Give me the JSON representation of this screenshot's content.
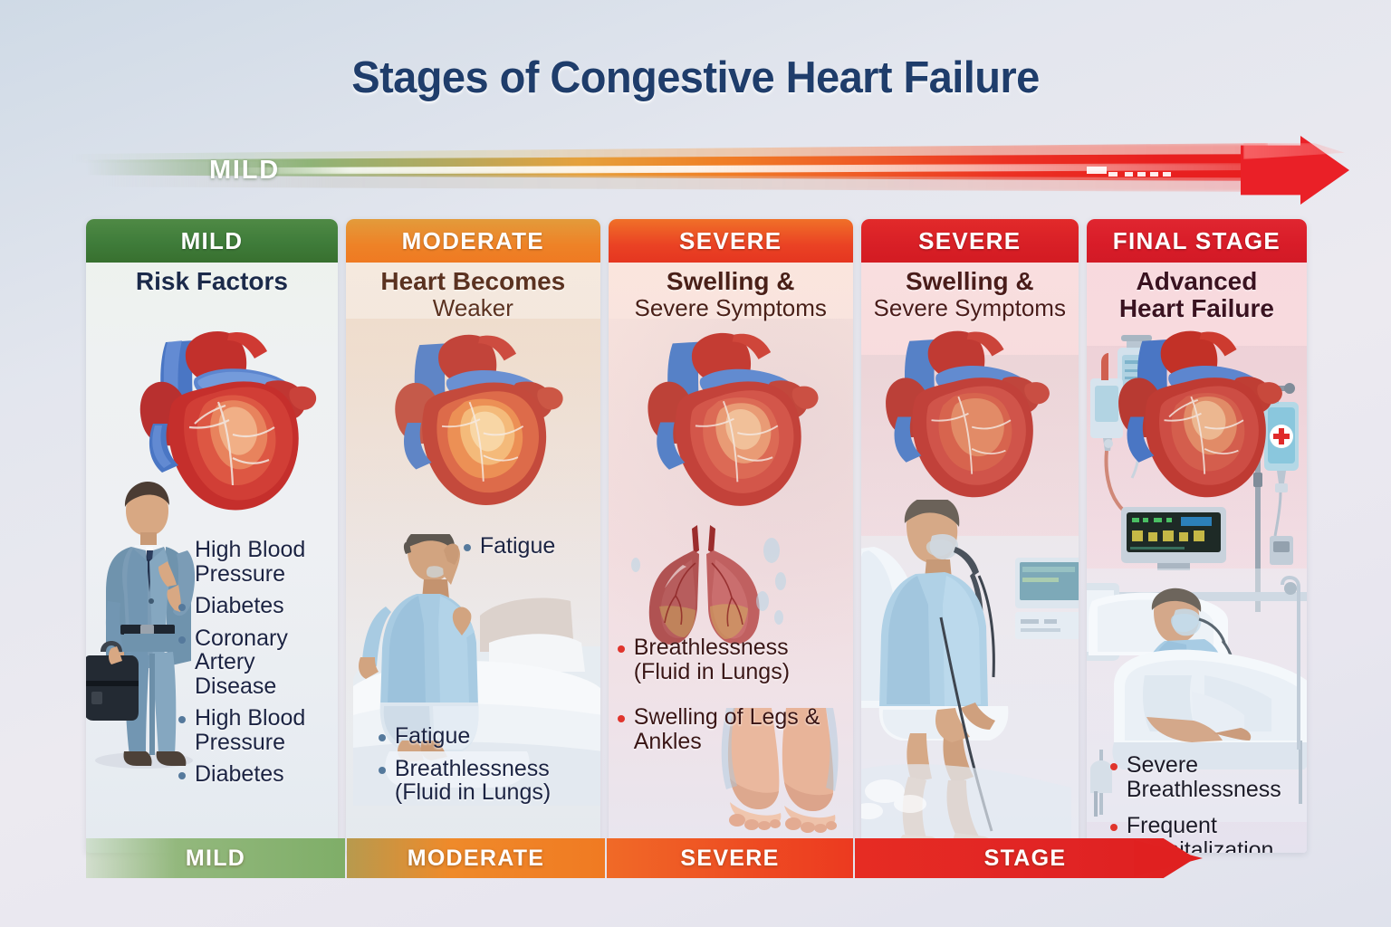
{
  "title": "Stages of Congestive Heart Failure",
  "top_arrow": {
    "label": "MILD",
    "gradient_start": "#8fb377",
    "gradient_mid": "#f07f26",
    "gradient_end": "#e81f1f",
    "arrowhead_color": "#ea2027"
  },
  "columns": [
    {
      "header": "MILD",
      "header_color": "#3f7c3a",
      "title_bold": "Risk Factors",
      "title_regular": "",
      "title_color": "#1b2a4a",
      "bullet_color": "#55799c",
      "bullets_top": [],
      "bullets_main": [
        "High Blood Pressure",
        "Diabetes",
        "Coronary Artery Disease",
        "High Blood Pressure",
        "Diabetes"
      ],
      "illustration": "businessman-with-heart"
    },
    {
      "header": "MODERATE",
      "header_color": "#ee8227",
      "title_bold": "Heart Becomes",
      "title_regular": "Weaker",
      "title_color": "#5b3220",
      "bullet_color": "#55799c",
      "bullets_top": [
        "Fatigue"
      ],
      "bullets_main": [
        "Fatigue",
        "Breathlessness (Fluid in Lungs)"
      ],
      "illustration": "tired-man-on-bed-with-heart"
    },
    {
      "header": "SEVERE",
      "header_color": "#ea4224",
      "title_bold": "Swelling &",
      "title_regular": "Severe Symptoms",
      "title_color": "#4a2018",
      "bullet_color": "#e0342c",
      "bullets_top": [],
      "bullets_main": [
        "Breathlessness (Fluid in Lungs)",
        "Swelling of Legs & Ankles"
      ],
      "illustration": "heart-lungs-swollen-feet"
    },
    {
      "header": "SEVERE",
      "header_color": "#d81f26",
      "title_bold": "Swelling &",
      "title_regular": "Severe Symptoms",
      "title_color": "#4a1c1a",
      "bullet_color": "#e0342c",
      "bullets_top": [],
      "bullets_main": [],
      "illustration": "patient-oxygen-mask-swollen-legs"
    },
    {
      "header": "FINAL STAGE",
      "header_color": "#d81c28",
      "title_bold": "Advanced",
      "title_regular": "Heart Failure",
      "title_color": "#3a1220",
      "bullet_color": "#e0342c",
      "bullets_top": [],
      "bullets_main": [
        "Severe Breathlessness",
        "Frequent Hospitalization"
      ],
      "illustration": "icu-bed-iv-heart"
    }
  ],
  "bottom_band": {
    "segments": [
      "MILD",
      "MODERATE",
      "SEVERE",
      "STAGE"
    ],
    "colors": [
      "#7fae68",
      "#f07a22",
      "#ec3a20",
      "#df2020"
    ],
    "arrowhead_color": "#e02020"
  }
}
